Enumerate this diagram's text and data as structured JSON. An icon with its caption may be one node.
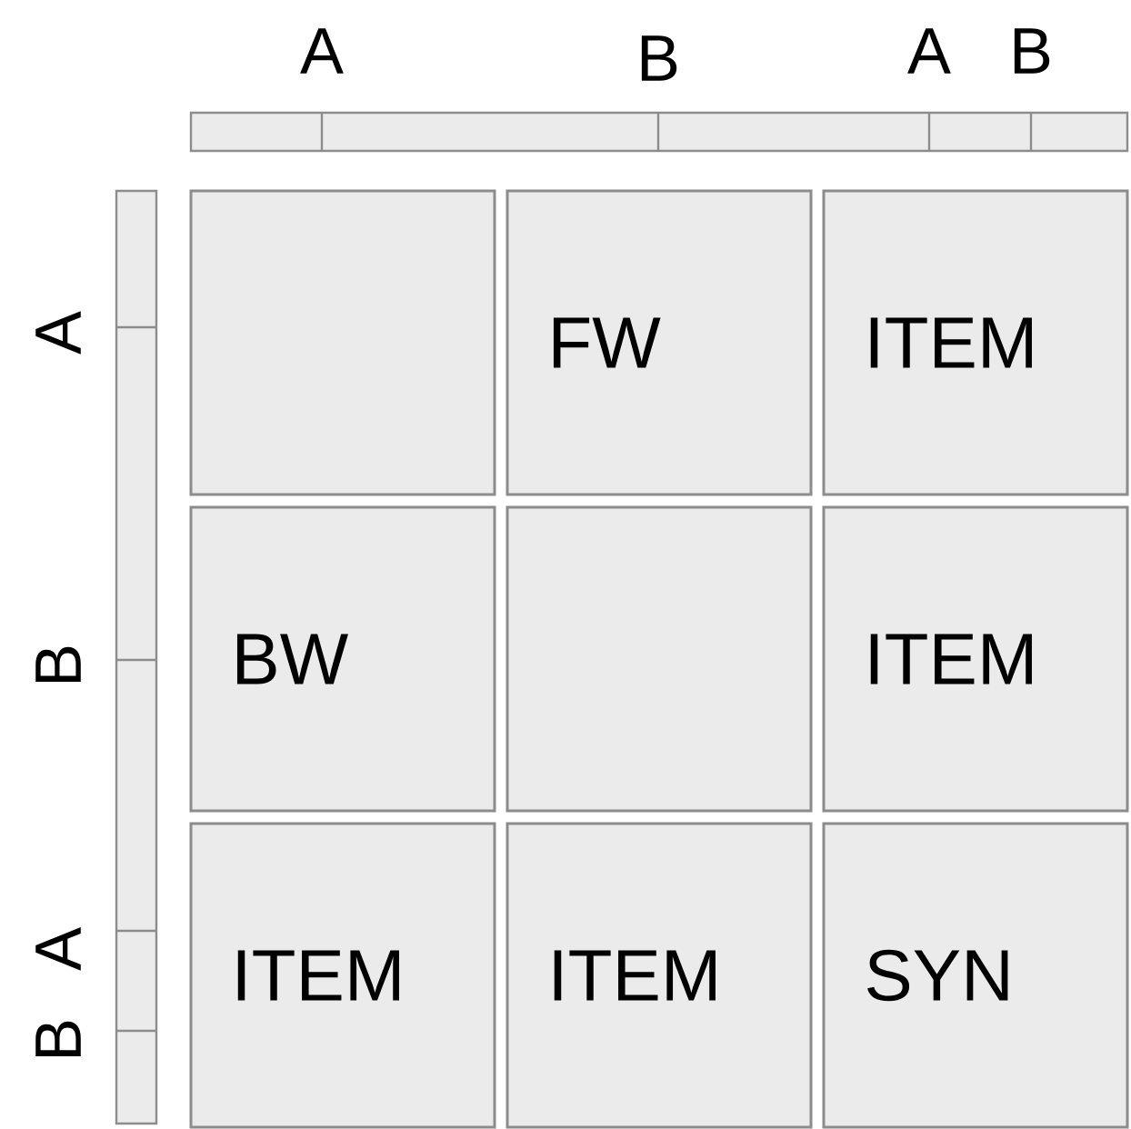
{
  "diagram": {
    "nodes": [
      {
        "text": [],
        "shape": "box"
      },
      {
        "text": [
          "FW"
        ]
      },
      {
        "text": [
          "ITEM"
        ]
      },
      {
        "text": [
          "BW"
        ]
      },
      {
        "text": [],
        "shape": "box"
      },
      {
        "text": [
          "ITEM"
        ]
      },
      {
        "text": [
          "ITEM"
        ]
      },
      {
        "text": [
          "ITEM"
        ]
      },
      {
        "text": [
          "SYN"
        ]
      }
    ],
    "edges": [],
    "labels": [
      "A",
      "B",
      "A",
      "B",
      "A",
      "B",
      "A",
      "B"
    ]
  }
}
